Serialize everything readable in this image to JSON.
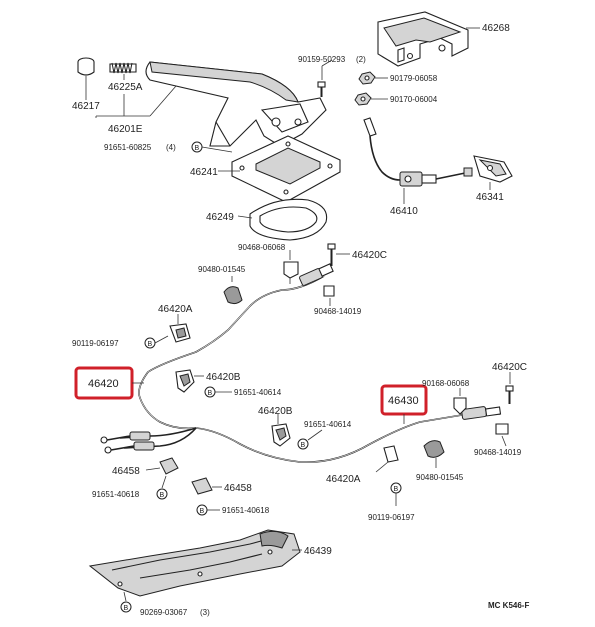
{
  "diagram_id": "MC K546-F",
  "labels": {
    "p46268": "46268",
    "p90159": "90159-50293",
    "p90159_qty": "(2)",
    "p90179": "90179-06058",
    "p90170": "90170-06004",
    "p46217": "46217",
    "p46225A": "46225A",
    "p46201E": "46201E",
    "p91651_60825": "91651-60825",
    "p91651_60825_qty": "(4)",
    "p46241": "46241",
    "p46249": "46249",
    "p46410": "46410",
    "p46341": "46341",
    "p90468_06068": "90468-06068",
    "p46420C_top": "46420C",
    "p90480_01545_top": "90480-01545",
    "p90468_14019_top": "90468-14019",
    "p46420A_top": "46420A",
    "p90119_06197_left": "90119-06197",
    "p46420": "46420",
    "p46420B_top": "46420B",
    "p91651_40614_top": "91651-40614",
    "p46430": "46430",
    "p90168_06068": "90168-06068",
    "p46420C_right": "46420C",
    "p46420B_mid": "46420B",
    "p91651_40614_mid": "91651-40614",
    "p90468_14019_right": "90468-14019",
    "p46458_left": "46458",
    "p46420A_mid": "46420A",
    "p90480_01545_mid": "90480-01545",
    "p91651_40618_left": "91651-40618",
    "p46458_mid": "46458",
    "p91651_40618_mid": "91651-40618",
    "p90119_06197_mid": "90119-06197",
    "p46439": "46439",
    "p90269_03067": "90269-03067",
    "p90269_03067_qty": "(3)"
  },
  "highlight_color": "#d0202a",
  "bolt_marker": "B",
  "icons": [
    "bolt-icon",
    "washer-icon",
    "nut-icon",
    "clip-icon",
    "cable-icon"
  ]
}
